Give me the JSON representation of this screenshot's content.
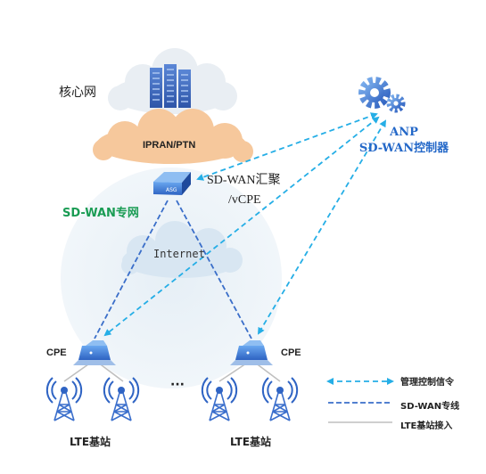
{
  "nodes": {
    "core_network": "核心网",
    "ipran": "IPRAN/PTN",
    "agg_line1": "SD-WAN汇聚",
    "agg_line2": "/vCPE",
    "asg_tag": "ASG",
    "sdwan_private": "SD-WAN专网",
    "internet": "Internet",
    "anp_line1": "ANP",
    "anp_line2": "SD-WAN控制器",
    "cpe_left": "CPE",
    "cpe_right": "CPE",
    "lte_left": "LTE基站",
    "lte_right": "LTE基站",
    "ellipsis": "···"
  },
  "legend": {
    "control": "管理控制信令",
    "sdwan_line": "SD-WAN专线",
    "lte_access": "LTE基站接入"
  },
  "colors": {
    "control_line": "#25aee6",
    "sdwan_line": "#3a6ec9",
    "lte_access": "#bfbfbf",
    "sdwan_text": "#1a9c54",
    "anp_text": "#2468c8",
    "cloud_gray": "#e9eef3",
    "cloud_orange": "#f6c89c",
    "zone_fill": "#eaf1f6"
  }
}
